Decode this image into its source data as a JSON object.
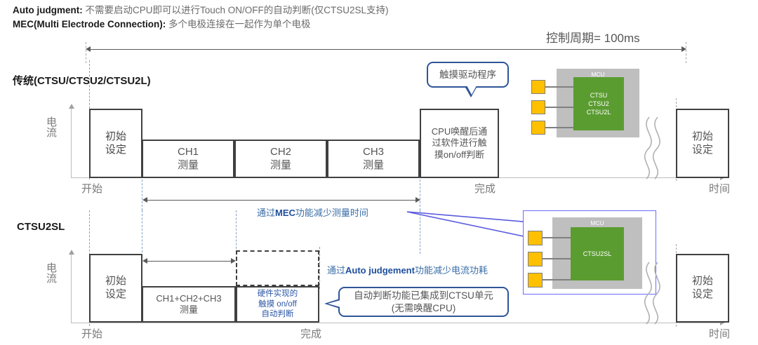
{
  "header": {
    "note1_bold": "Auto judgment:",
    "note1_rest": " 不需要启动CPU即可以进行Touch ON/OFF的自动判断(仅CTSU2SL支持)",
    "note2_bold": "MEC(Multi Electrode Connection):",
    "note2_rest": " 多个电极连接在一起作为单个电极"
  },
  "cycle": {
    "label": "控制周期= 100ms"
  },
  "rows": {
    "traditional": {
      "title": "传统(CTSU/CTSU2/CTSU2L)",
      "y_axis_label": "电流",
      "x_axis_label": "时间",
      "start_label": "开始",
      "end_label": "完成",
      "init_box": {
        "line1": "初始",
        "line2": "设定"
      },
      "channels": [
        {
          "line1": "CH1",
          "line2": "测量"
        },
        {
          "line1": "CH2",
          "line2": "测量"
        },
        {
          "line1": "CH3",
          "line2": "测量"
        }
      ],
      "cpu_box": {
        "line1": "CPU唤醒后通",
        "line2": "过软件进行触",
        "line3": "摸on/off判断"
      },
      "callout": "触摸驱动程序",
      "tail_init_box": {
        "line1": "初始",
        "line2": "设定"
      },
      "mcu": {
        "label": "MCU",
        "block_lines": [
          "CTSU",
          "CTSU2",
          "CTSU2L"
        ]
      }
    },
    "ctsu2sl": {
      "title": "CTSU2SL",
      "y_axis_label": "电流",
      "x_axis_label": "时间",
      "start_label": "开始",
      "end_label": "完成",
      "init_box": {
        "line1": "初始",
        "line2": "设定"
      },
      "merged_box": {
        "line1": "CH1+CH2+CH3",
        "line2": "测量"
      },
      "auto_box": {
        "line1": "硬件实现的",
        "line2": "触摸 on/off",
        "line3": "自动判断"
      },
      "callout": {
        "line1": "自动判断功能已集成到CTSU单元",
        "line2": "(无需唤醒CPU)"
      },
      "tail_init_box": {
        "line1": "初始",
        "line2": "设定"
      },
      "mcu": {
        "label": "MCU",
        "block_lines": [
          "CTSU2SL"
        ]
      }
    }
  },
  "annotations": {
    "mec_pre": "通过",
    "mec_bold": "MEC",
    "mec_post": "功能减少测量时间",
    "auto_pre": "通过",
    "auto_bold": "Auto judgement",
    "auto_post": "功能减少电流功耗"
  },
  "colors": {
    "accent_blue": "#2f5597",
    "anno_blue": "#3a6ea8",
    "mcu_grey": "#bfbfbf",
    "ctsu_green": "#5b9c31",
    "pad_yellow": "#ffc000",
    "box_border": "#404040",
    "guide_blue": "#7f9fc4"
  }
}
